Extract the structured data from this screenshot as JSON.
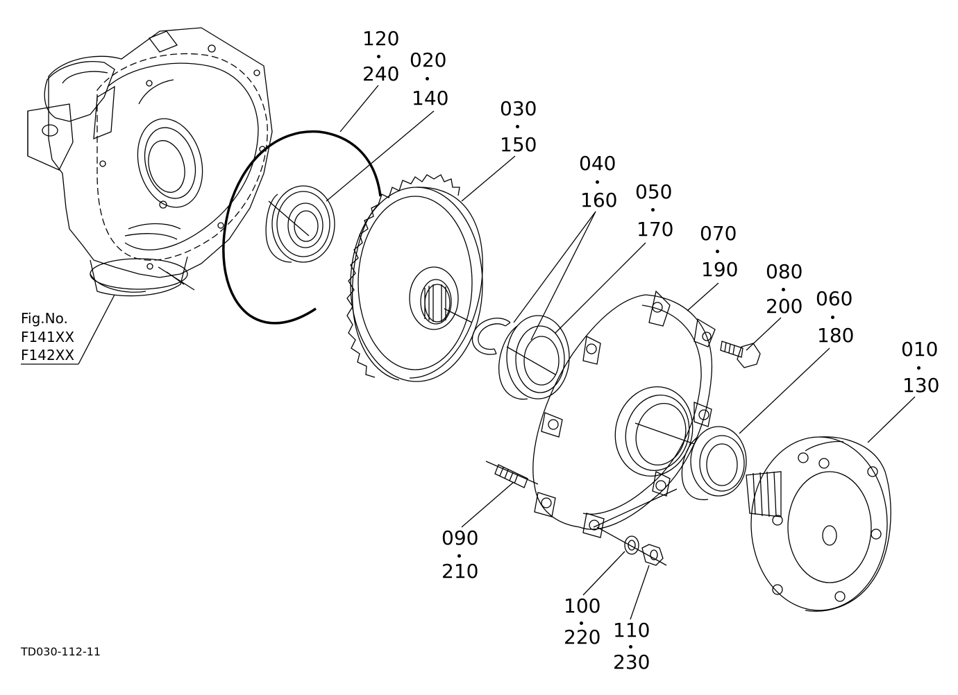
{
  "figure": {
    "fig_label": "Fig.No.",
    "fig_numbers": [
      "F141XX",
      "F142XX"
    ],
    "drawing_id": "TD030-112-11"
  },
  "callouts": [
    {
      "id": "c120",
      "top": "120",
      "bottom": "240"
    },
    {
      "id": "c020",
      "top": "020",
      "bottom": "140"
    },
    {
      "id": "c030",
      "top": "030",
      "bottom": "150"
    },
    {
      "id": "c040",
      "top": "040",
      "bottom": "160"
    },
    {
      "id": "c050",
      "top": "050",
      "bottom": "170"
    },
    {
      "id": "c070",
      "top": "070",
      "bottom": "190"
    },
    {
      "id": "c080",
      "top": "080",
      "bottom": "200"
    },
    {
      "id": "c060",
      "top": "060",
      "bottom": "180"
    },
    {
      "id": "c010",
      "top": "010",
      "bottom": "130"
    },
    {
      "id": "c090",
      "top": "090",
      "bottom": "210"
    },
    {
      "id": "c100",
      "top": "100",
      "bottom": "220"
    },
    {
      "id": "c110",
      "top": "110",
      "bottom": "230"
    }
  ]
}
